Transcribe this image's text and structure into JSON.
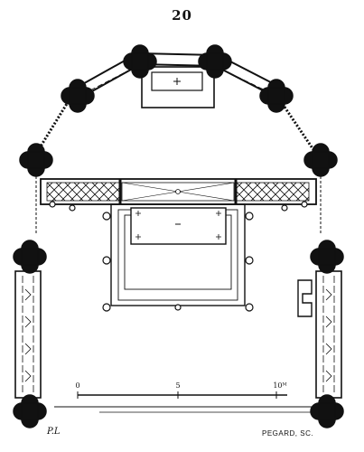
{
  "page": {
    "number": "20"
  },
  "scale_bar": {
    "labels": [
      "0",
      "5",
      "10ᴹ"
    ]
  },
  "credits": {
    "engraver": "PEGARD, SC.",
    "signature": "P.L"
  },
  "colors": {
    "ink": "#111111",
    "paper": "#ffffff"
  }
}
